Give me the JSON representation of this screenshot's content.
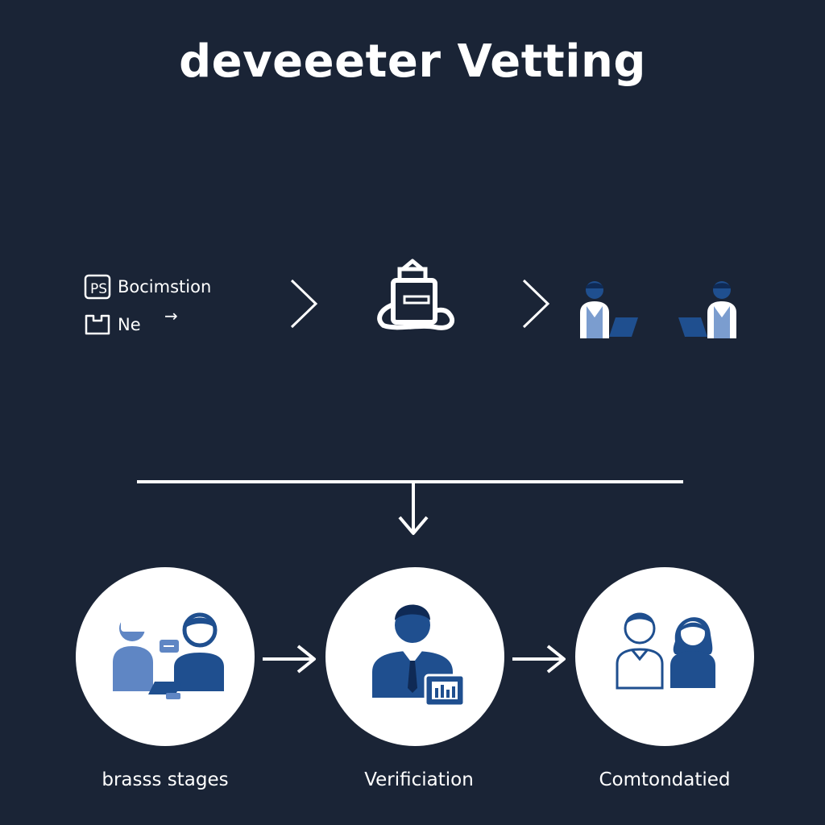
{
  "title": "deveeeter Vetting",
  "legend": [
    {
      "label": "Bocimstion",
      "icon": "ps-badge-icon"
    },
    {
      "label": "Ne",
      "icon": "box-icon"
    }
  ],
  "stages": [
    {
      "label": "brasss stages",
      "icon": "interview-icon"
    },
    {
      "label": "Verificiation",
      "icon": "business-person-icon"
    },
    {
      "label": "Comtondatied",
      "icon": "two-people-icon"
    }
  ],
  "colors": {
    "background": "#1a2436",
    "accent": "#1f4f8f",
    "accent_light": "#5f86c4",
    "foreground": "#ffffff"
  }
}
